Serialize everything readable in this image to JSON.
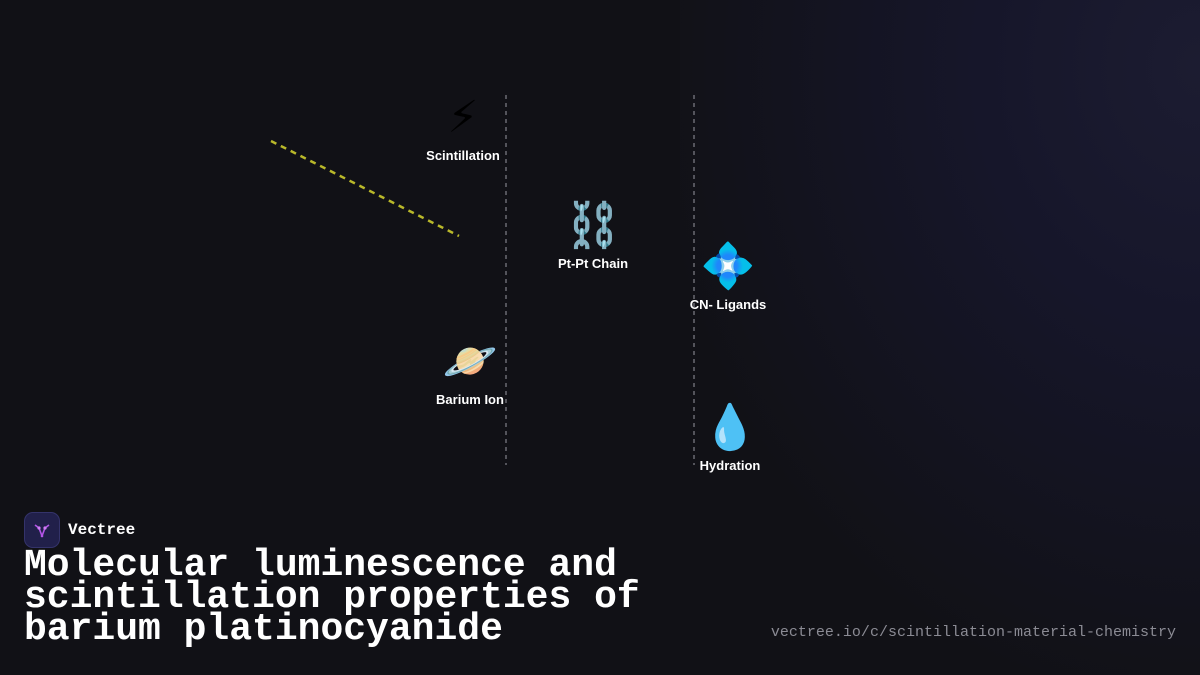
{
  "diagram": {
    "nodes": {
      "scintillation": {
        "icon": "⚡",
        "label": "Scintillation",
        "icon_name": "lightning-icon"
      },
      "chain": {
        "icon": "⛓️",
        "label": "Pt-Pt Chain",
        "icon_name": "chain-icon"
      },
      "ligands": {
        "icon": "💠",
        "label": "CN- Ligands",
        "icon_name": "diamond-icon"
      },
      "barium": {
        "icon": "🪐",
        "label": "Barium Ion",
        "icon_name": "planet-icon"
      },
      "hydration": {
        "icon": "💧",
        "label": "Hydration",
        "icon_name": "droplet-icon"
      }
    },
    "colors": {
      "accent_line": "#b9b82a",
      "divider": "#6b6b72"
    }
  },
  "brand": {
    "name": "Vectree",
    "logo_color": "#b455e8"
  },
  "title": "Molecular luminescence and scintillation properties of barium platinocyanide",
  "url": "vectree.io/c/scintillation-material-chemistry"
}
